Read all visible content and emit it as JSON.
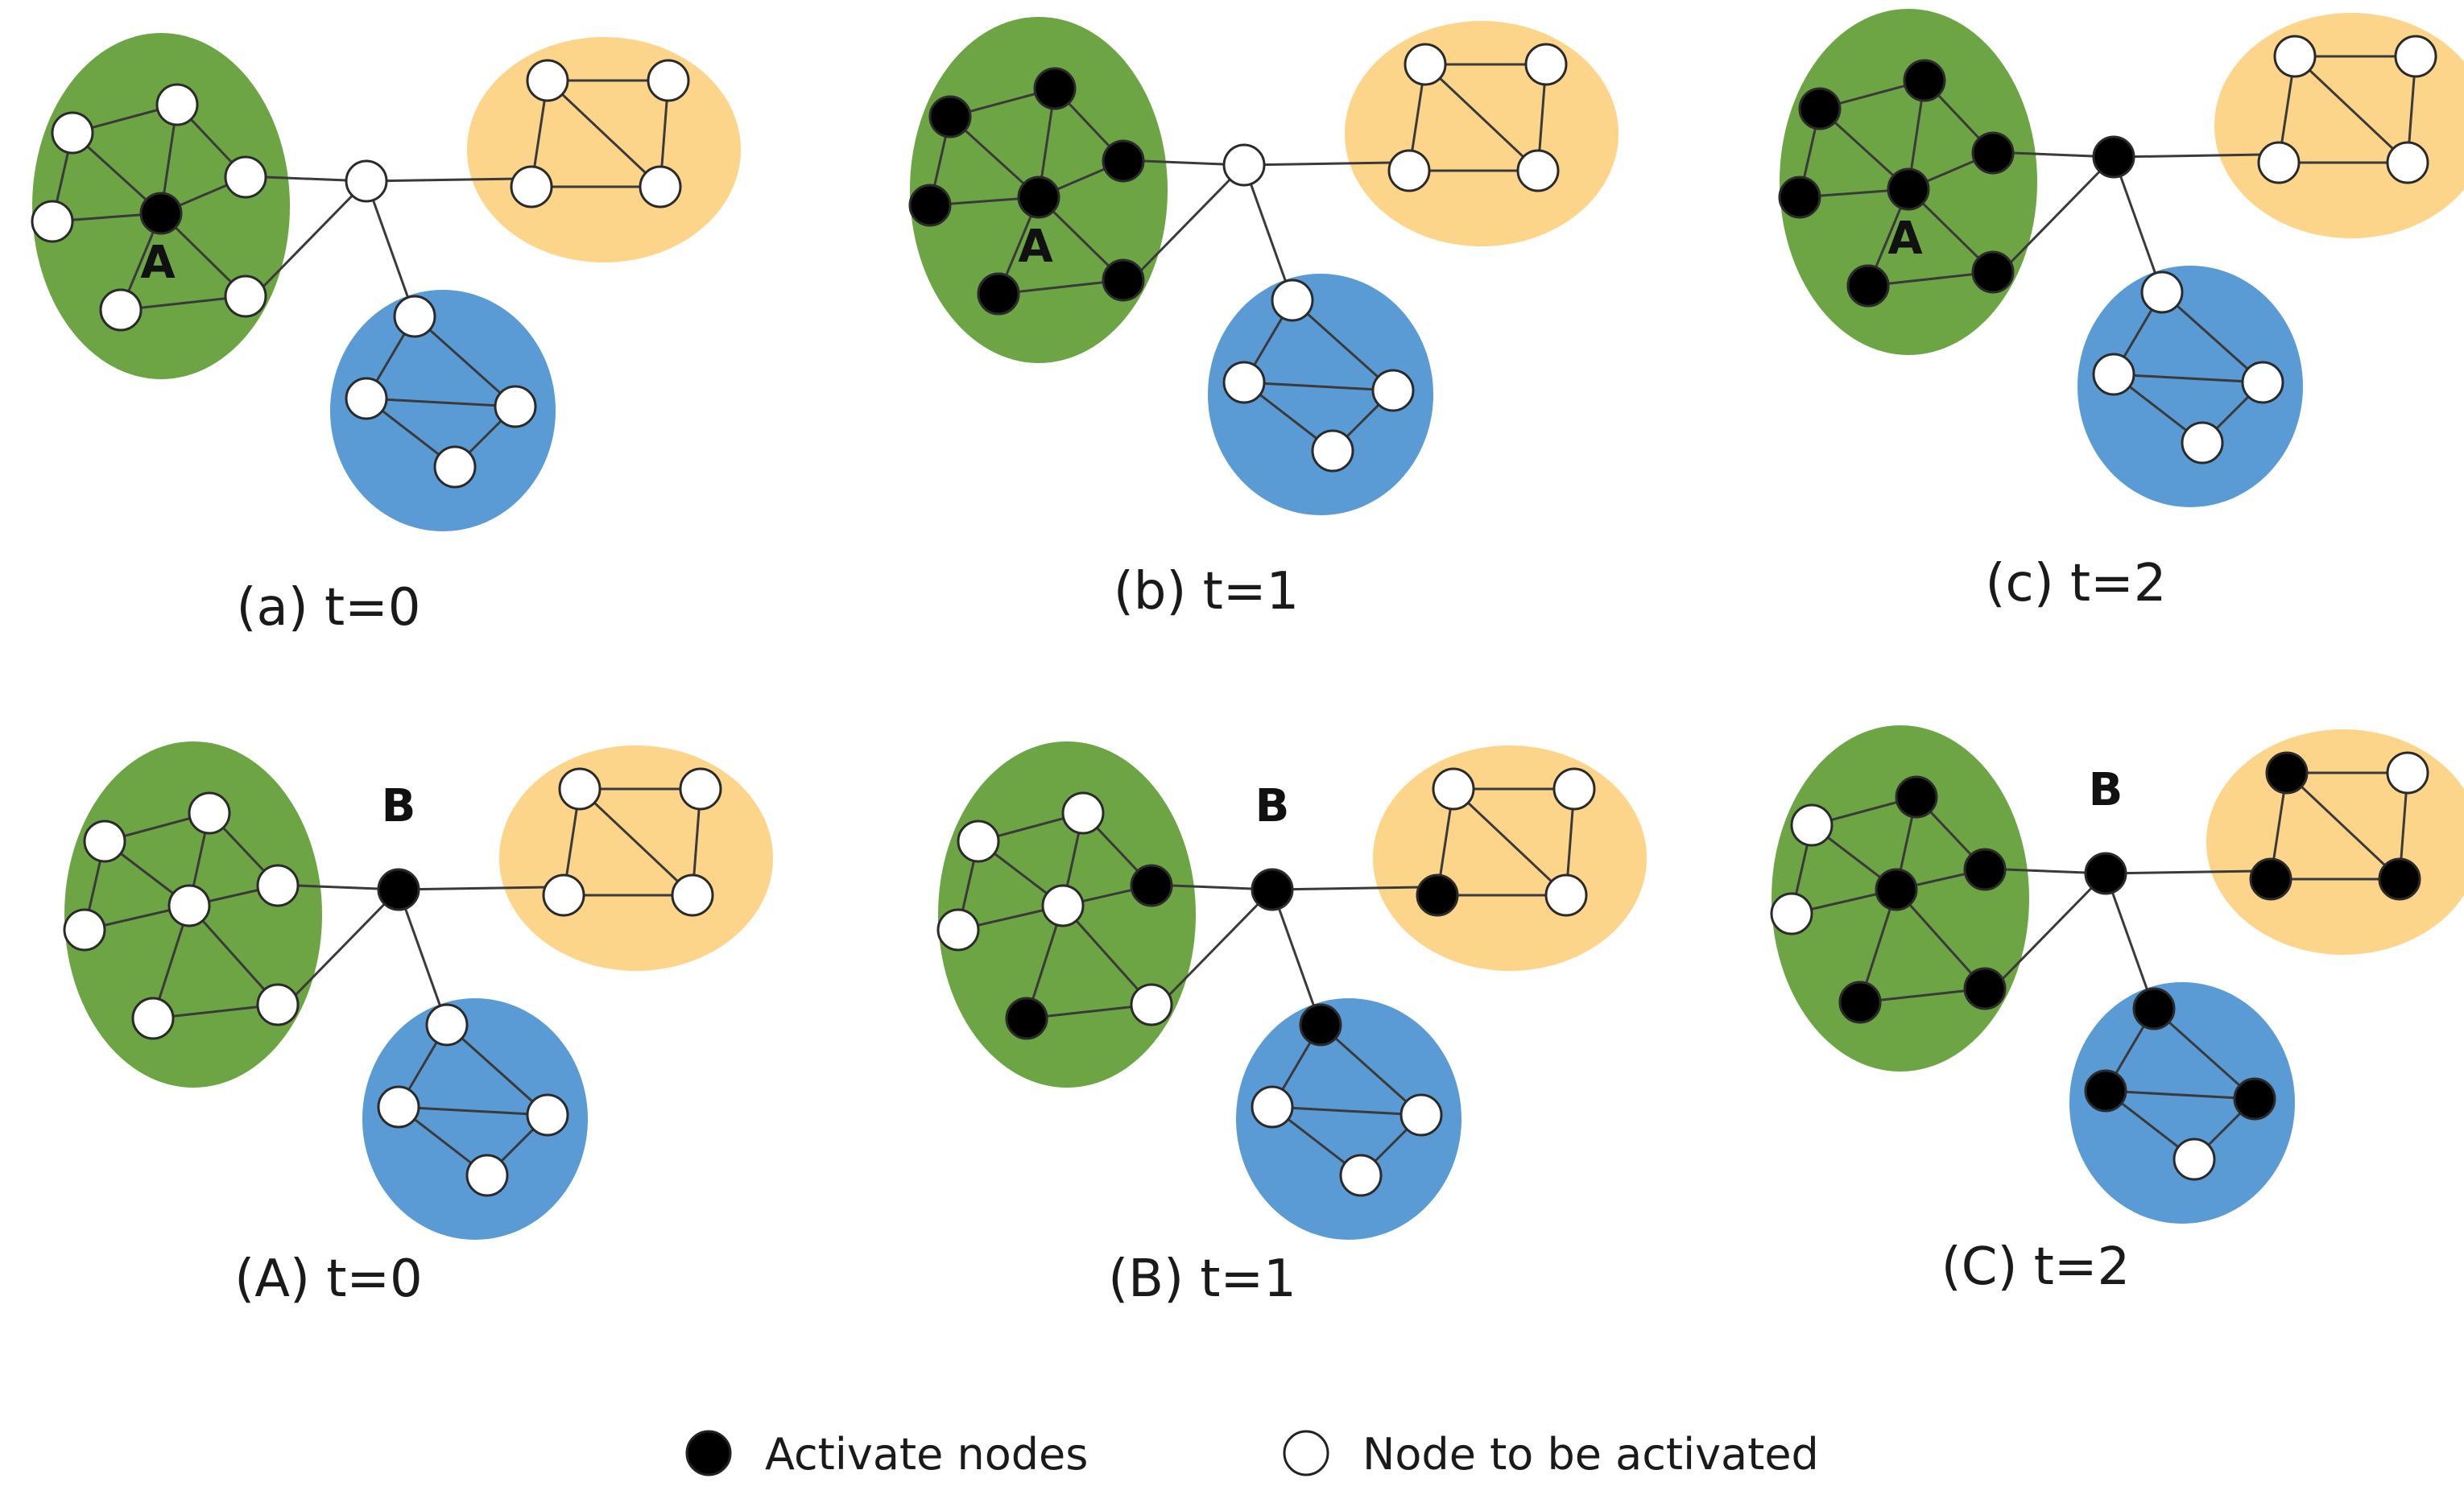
{
  "colors": {
    "green": "#6ea544",
    "orange": "#fdd58a",
    "blue": "#5b9bd5",
    "active": "#000000",
    "inactive": "#ffffff"
  },
  "panels": [
    {
      "caption": "(a) t=0",
      "node_label": "A",
      "green_active": [
        false,
        false,
        false,
        false,
        true,
        false,
        false,
        false
      ],
      "hub_active": false,
      "orange_active": [
        false,
        false,
        false,
        false
      ],
      "blue_active": [
        false,
        false,
        false,
        false
      ]
    },
    {
      "caption": "(b) t=1",
      "node_label": "A",
      "green_active": [
        true,
        true,
        true,
        true,
        true,
        true,
        true,
        true
      ],
      "hub_active": false,
      "orange_active": [
        false,
        false,
        false,
        false
      ],
      "blue_active": [
        false,
        false,
        false,
        false
      ]
    },
    {
      "caption": "(c) t=2",
      "node_label": "A",
      "green_active": [
        true,
        true,
        true,
        true,
        true,
        true,
        true,
        true
      ],
      "hub_active": true,
      "orange_active": [
        false,
        false,
        false,
        false
      ],
      "blue_active": [
        false,
        false,
        false,
        false
      ]
    },
    {
      "caption": "(A) t=0",
      "node_label": "B",
      "green_active": [
        false,
        false,
        false,
        false,
        false,
        false,
        false,
        false
      ],
      "hub_active": true,
      "orange_active": [
        false,
        false,
        false,
        false
      ],
      "blue_active": [
        false,
        false,
        false,
        false
      ]
    },
    {
      "caption": "(B) t=1",
      "node_label": "B",
      "green_active": [
        false,
        false,
        true,
        false,
        false,
        false,
        false,
        true
      ],
      "hub_active": true,
      "orange_active": [
        false,
        false,
        true,
        false
      ],
      "blue_active": [
        true,
        false,
        false,
        false
      ]
    },
    {
      "caption": "(C) t=2",
      "node_label": "B",
      "green_active": [
        false,
        true,
        true,
        false,
        true,
        false,
        true,
        true
      ],
      "hub_active": true,
      "orange_active": [
        true,
        false,
        true,
        true
      ],
      "blue_active": [
        true,
        true,
        true,
        false
      ]
    }
  ],
  "legend": {
    "active_label": "Activate nodes",
    "inactive_label": "Node to be activated"
  }
}
